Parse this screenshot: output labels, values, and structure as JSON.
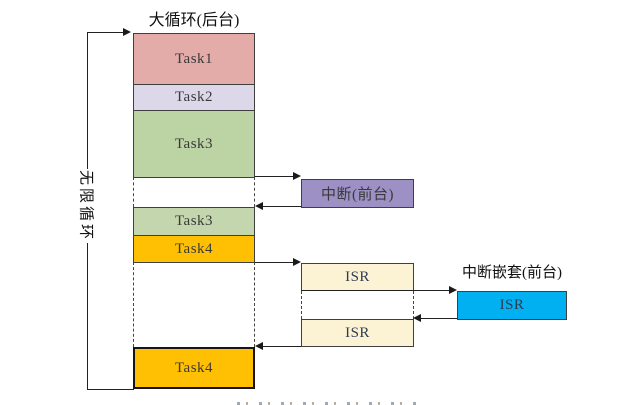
{
  "diagram": {
    "title": "大循环(后台)",
    "left_loop_label": "无限循环",
    "background_column": {
      "segments": [
        {
          "label": "Task1",
          "color": "#E3ACA9"
        },
        {
          "label": "Task2",
          "color": "#DCD7E9"
        },
        {
          "label": "Task3",
          "color": "#BCD3A4"
        },
        {
          "label": "Task3",
          "color": "#C3D6AD"
        },
        {
          "label": "Task4",
          "color": "#FFC003"
        },
        {
          "label": "Task4",
          "color": "#FFC003"
        }
      ]
    },
    "foreground": {
      "interrupt_box": {
        "label": "中断(前台)",
        "color": "#9C90C5"
      },
      "isr_box_1": {
        "label": "ISR",
        "color": "#FCF3D5"
      },
      "isr_box_2": {
        "label": "ISR",
        "color": "#FCF3D5"
      },
      "nested_title": "中断嵌套(前台)",
      "nested_isr_box": {
        "label": "ISR",
        "color": "#00B0F0"
      }
    },
    "colors": {
      "line": "#222222",
      "box_border": "#3f3f3f"
    }
  }
}
